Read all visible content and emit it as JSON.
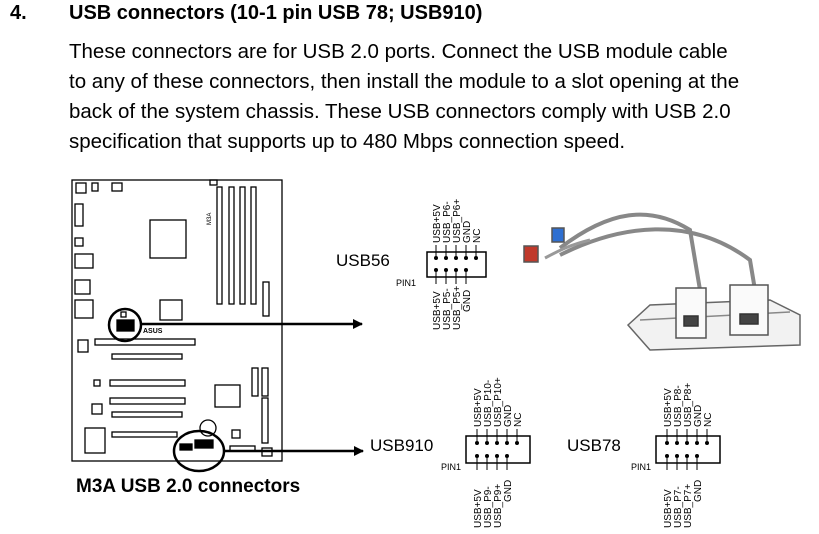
{
  "section": {
    "number": "4.",
    "title": "USB connectors (10-1 pin USB 78; USB910)"
  },
  "paragraph": [
    "These connectors are for USB 2.0 ports. Connect the USB module cable",
    "to any of these connectors, then install the module to a slot opening at the",
    "back of the system chassis. These USB connectors comply with USB 2.0",
    "specification that supports up to 480 Mbps connection speed."
  ],
  "board": {
    "model_label": "M3A",
    "chip_label": "ASUS",
    "caption": "M3A USB 2.0 connectors"
  },
  "connectors": {
    "usb56": {
      "name": "USB56",
      "pin1": "PIN1",
      "top_pins": [
        "USB+5V",
        "USB_P6-",
        "USB_P6+",
        "GND",
        "NC"
      ],
      "bottom_pins": [
        "USB+5V",
        "USB_P5-",
        "USB_P5+",
        "GND"
      ]
    },
    "usb910": {
      "name": "USB910",
      "pin1": "PIN1",
      "top_pins": [
        "USB+5V",
        "USB_P10-",
        "USB_P10+",
        "GND",
        "NC"
      ],
      "bottom_pins": [
        "USB+5V",
        "USB_P9-",
        "USB_P9+",
        "GND"
      ]
    },
    "usb78": {
      "name": "USB78",
      "pin1": "PIN1",
      "top_pins": [
        "USB+5V",
        "USB_P8-",
        "USB_P8+",
        "GND",
        "NC"
      ],
      "bottom_pins": [
        "USB+5V",
        "USB_P7-",
        "USB_P7+",
        "GND"
      ]
    }
  }
}
